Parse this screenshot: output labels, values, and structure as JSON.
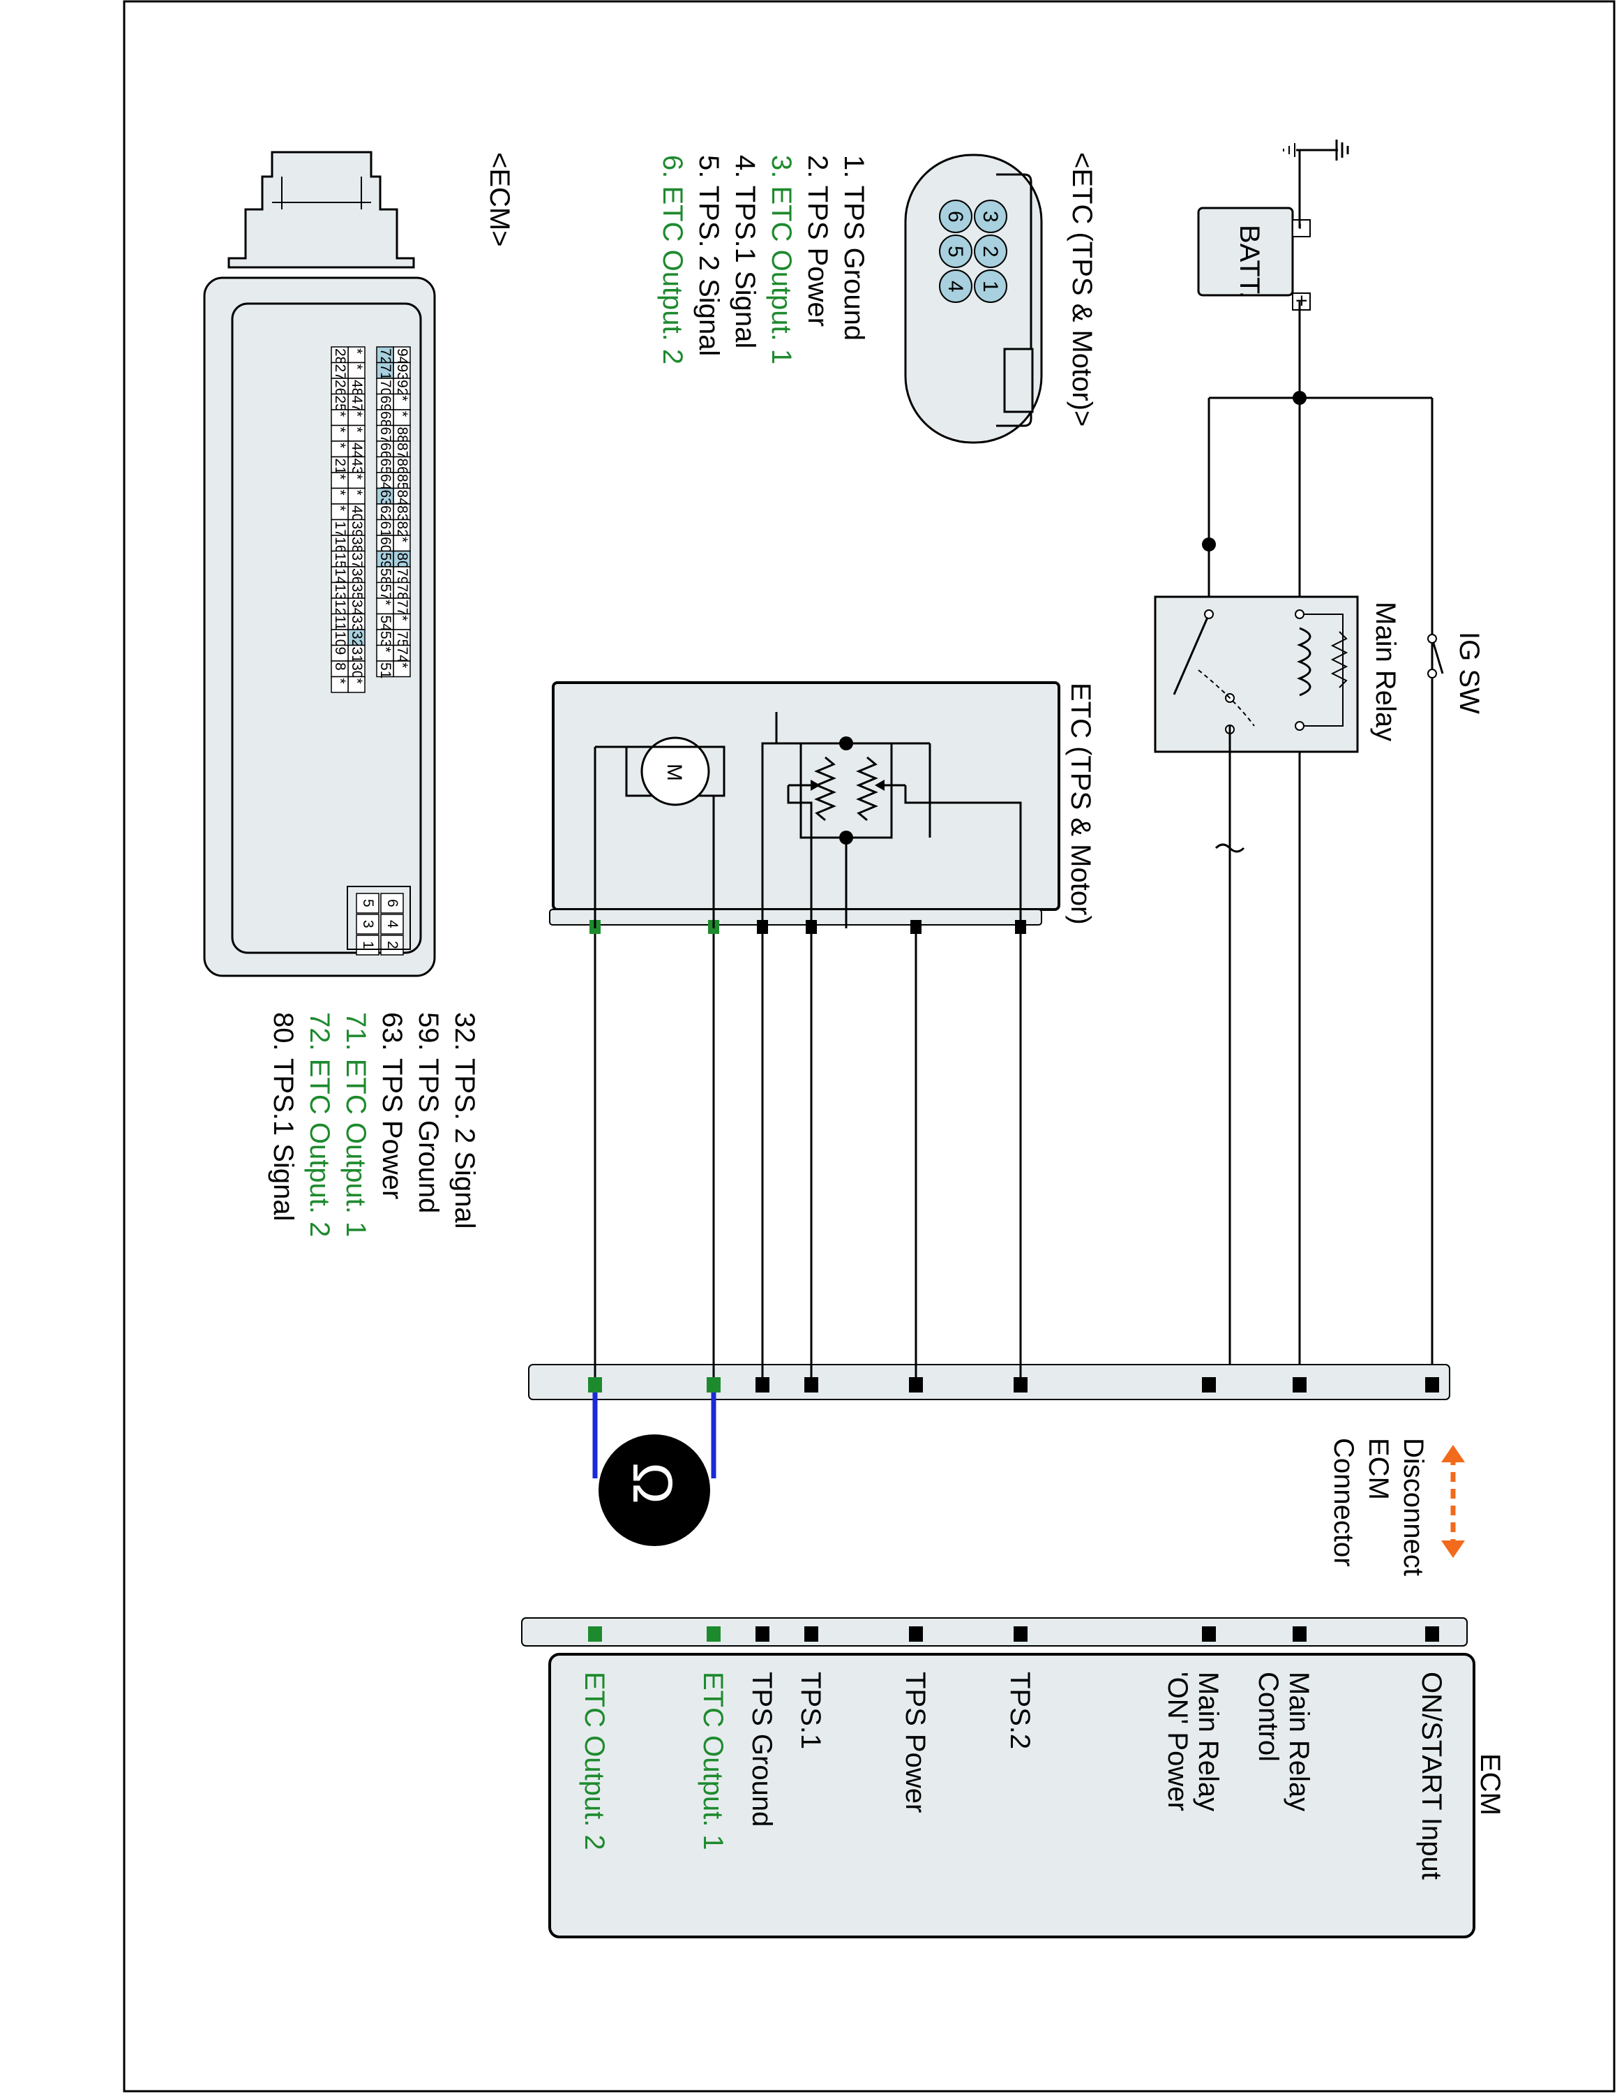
{
  "etc_connector": {
    "title": "<ETC (TPS & Motor)>",
    "pins": [
      {
        "label": "1. TPS Ground",
        "highlight": false
      },
      {
        "label": "2. TPS Power",
        "highlight": false
      },
      {
        "label": "3. ETC Output. 1",
        "highlight": true
      },
      {
        "label": "4. TPS.1 Signal",
        "highlight": false
      },
      {
        "label": "5. TPS. 2 Signal",
        "highlight": false
      },
      {
        "label": "6. ETC Output. 2",
        "highlight": true
      }
    ],
    "cavity_numbers": [
      "3",
      "2",
      "1",
      "6",
      "5",
      "4"
    ]
  },
  "ecm_connector": {
    "title": "<ECM>",
    "pins": [
      {
        "label": "32. TPS. 2 Signal",
        "highlight": false
      },
      {
        "label": "59. TPS Ground",
        "highlight": false
      },
      {
        "label": "63. TPS Power",
        "highlight": false
      },
      {
        "label": "71. ETC Output. 1",
        "highlight": true
      },
      {
        "label": "72. ETC Output. 2",
        "highlight": true
      }
    ],
    "last_pin": {
      "label": "80. TPS.1 Signal",
      "highlight": false
    },
    "grid_rows": [
      [
        "94",
        "93",
        "92",
        "*",
        "*",
        "88",
        "87",
        "86",
        "85",
        "84",
        "83",
        "82",
        "*",
        "80",
        "79",
        "78",
        "77",
        "*",
        "75",
        "74",
        "*"
      ],
      [
        "72",
        "71",
        "70",
        "69",
        "68",
        "67",
        "66",
        "65",
        "64",
        "63",
        "62",
        "61",
        "60",
        "59",
        "58",
        "57",
        "*",
        "54",
        "53",
        "*",
        "51"
      ],
      [
        "*",
        "*",
        "48",
        "47",
        "*",
        "*",
        "44",
        "43",
        "*",
        "*",
        "40",
        "39",
        "38",
        "37",
        "36",
        "35",
        "34",
        "33",
        "32",
        "31",
        "30",
        "*"
      ],
      [
        "28",
        "27",
        "26",
        "25",
        "*",
        "*",
        "*",
        "21",
        "*",
        "*",
        "*",
        "17",
        "16",
        "15",
        "14",
        "13",
        "12",
        "11",
        "10",
        "9",
        "8",
        "*"
      ]
    ],
    "highlighted_pins": [
      "72",
      "71",
      "63",
      "59",
      "80",
      "32"
    ],
    "power_pins": [
      "6",
      "5",
      "4",
      "3",
      "2",
      "1"
    ]
  },
  "battery": {
    "label": "BATT.",
    "neg": "-",
    "pos": "+"
  },
  "ig_switch": {
    "label": "IG SW"
  },
  "main_relay": {
    "label": "Main Relay"
  },
  "etc_component": {
    "label": "ETC (TPS & Motor)",
    "motor_symbol": "M"
  },
  "disconnect_note": {
    "line1": "Disconnect",
    "line2": "ECM",
    "line3": "Connector"
  },
  "ohm_symbol": "Ω",
  "ecm_module": {
    "title": "ECM",
    "terminals": [
      {
        "label": "ON/START Input",
        "sub": "",
        "highlight": false
      },
      {
        "label": "Main Relay",
        "sub": "Control",
        "highlight": false
      },
      {
        "label": "Main Relay",
        "sub": "'ON' Power",
        "highlight": false
      },
      {
        "label": "TPS.2",
        "sub": "",
        "highlight": false
      },
      {
        "label": "TPS Power",
        "sub": "",
        "highlight": false
      },
      {
        "label": "TPS.1",
        "sub": "",
        "highlight": false
      },
      {
        "label": "TPS Ground",
        "sub": "",
        "highlight": false
      },
      {
        "label": "ETC Output. 1",
        "sub": "",
        "highlight": true
      },
      {
        "label": "ETC Output. 2",
        "sub": "",
        "highlight": true
      }
    ]
  },
  "colors": {
    "panel_fill": "#e8eef0",
    "pin_highlight": "#a8d0de",
    "green": "#1e8a2e",
    "blue_lead": "#1a2ad8",
    "orange_arrow": "#f26a1b"
  }
}
